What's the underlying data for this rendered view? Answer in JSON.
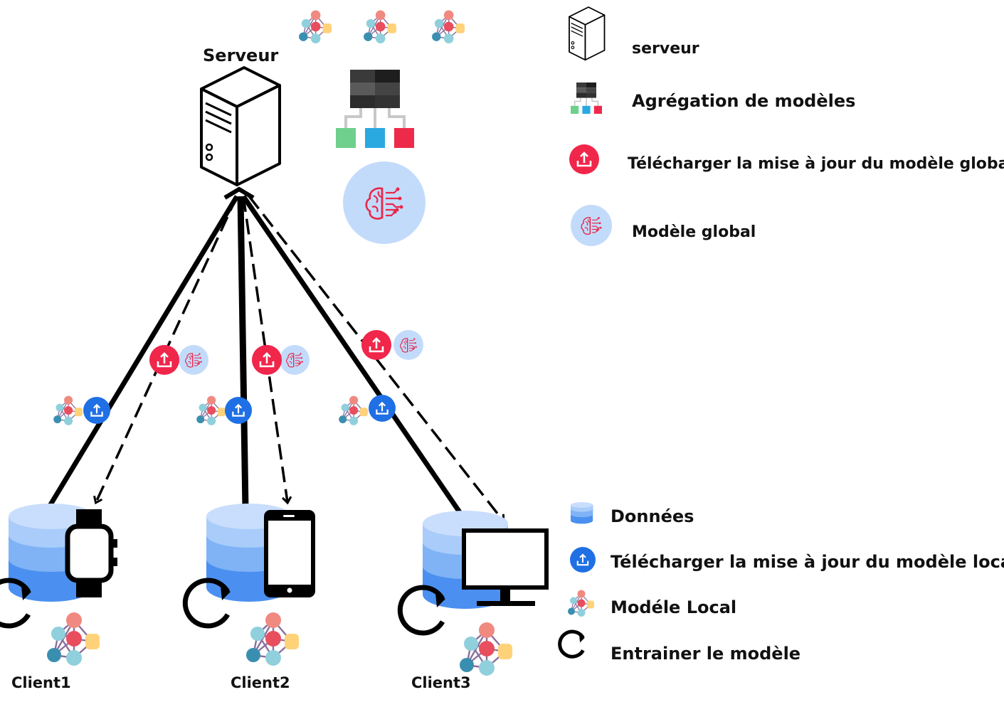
{
  "server": {
    "label": "Serveur"
  },
  "clients": [
    {
      "label": "Client1",
      "device": "watch-icon"
    },
    {
      "label": "Client2",
      "device": "phone-icon"
    },
    {
      "label": "Client3",
      "device": "monitor-icon"
    }
  ],
  "legend_top": [
    {
      "icon": "server-icon",
      "text": "serveur"
    },
    {
      "icon": "aggregation-icon",
      "text": "Agrégation de modèles"
    },
    {
      "icon": "upload-global-icon",
      "text": "Télécharger la mise à jour du modèle global"
    },
    {
      "icon": "global-model-icon",
      "text": "Modèle global"
    }
  ],
  "legend_bottom": [
    {
      "icon": "database-icon",
      "text": "Données"
    },
    {
      "icon": "upload-local-icon",
      "text": "Télécharger la mise à jour du modèle local"
    },
    {
      "icon": "local-model-icon",
      "text": "Modéle Local"
    },
    {
      "icon": "train-loop-icon",
      "text": "Entrainer le modèle"
    }
  ],
  "colors": {
    "global_upload": "#f0264a",
    "local_upload": "#1f6fe5",
    "global_model_bg": "#c3dbfb",
    "brain": "#e8284a",
    "agg_green": "#6fcf8c",
    "agg_blue": "#2aa9e0",
    "agg_red": "#ee2a4a",
    "db_top": "#b9d5fb",
    "db_mid": "#7fb3f6",
    "db_bottom": "#4b90f0"
  }
}
